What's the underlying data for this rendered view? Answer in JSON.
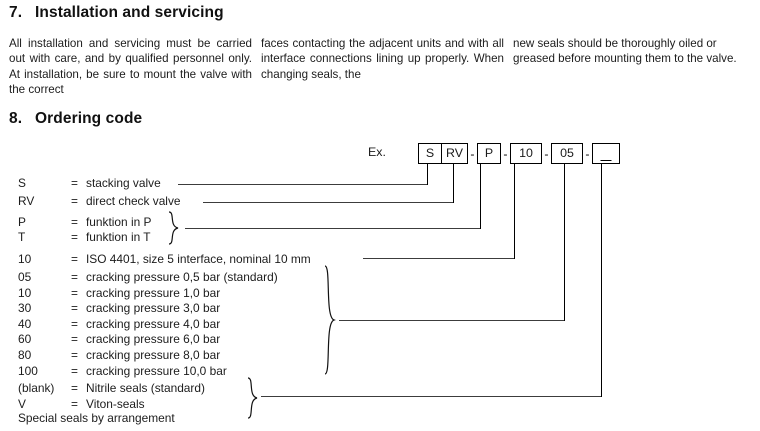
{
  "sections": {
    "installation": {
      "number": "7.",
      "title": "Installation and servicing",
      "col1": "All installation and servicing must be carried out with care, and by qualified personnel only. At installation, be sure to mount the valve with the correct",
      "col2": "faces contacting the adjacent units and with all interface connections lining up properly. When changing seals, the",
      "col3": "new seals should be thoroughly oiled or greased before mounting them to the valve."
    },
    "ordering": {
      "number": "8.",
      "title": "Ordering code",
      "example_label": "Ex.",
      "code_boxes": [
        {
          "type": "split",
          "cells": [
            "S",
            "RV"
          ]
        },
        {
          "type": "dash",
          "text": "-"
        },
        {
          "type": "single",
          "cells": [
            "P"
          ]
        },
        {
          "type": "dash",
          "text": "-"
        },
        {
          "type": "single",
          "cells": [
            "10"
          ]
        },
        {
          "type": "dash",
          "text": "-"
        },
        {
          "type": "single",
          "cells": [
            "05"
          ]
        },
        {
          "type": "dash",
          "text": "-"
        },
        {
          "type": "blank",
          "cells": [
            ""
          ]
        }
      ]
    }
  },
  "legend": {
    "stacking": {
      "code": "S",
      "eq": "=",
      "desc": "stacking valve"
    },
    "directcheck": {
      "code": "RV",
      "eq": "=",
      "desc": "direct check valve"
    },
    "funcP": {
      "code": "P",
      "eq": "=",
      "desc": "funktion in P"
    },
    "funcT": {
      "code": "T",
      "eq": "=",
      "desc": "funktion in T"
    },
    "iso": {
      "code": "10",
      "eq": "=",
      "desc": "ISO 4401, size 5 interface, nominal 10 mm"
    },
    "pressures": [
      {
        "code": "05",
        "eq": "=",
        "desc": "cracking pressure 0,5 bar",
        "note": "(standard)"
      },
      {
        "code": "10",
        "eq": "=",
        "desc": "cracking pressure 1,0 bar",
        "note": ""
      },
      {
        "code": "30",
        "eq": "=",
        "desc": "cracking pressure 3,0 bar",
        "note": ""
      },
      {
        "code": "40",
        "eq": "=",
        "desc": "cracking pressure 4,0 bar",
        "note": ""
      },
      {
        "code": "60",
        "eq": "=",
        "desc": "cracking pressure 6,0 bar",
        "note": ""
      },
      {
        "code": "80",
        "eq": "=",
        "desc": "cracking pressure 8,0 bar",
        "note": ""
      },
      {
        "code": "100",
        "eq": "=",
        "desc": "cracking pressure 10,0 bar",
        "note": ""
      }
    ],
    "seals": [
      {
        "code": "(blank)",
        "eq": "=",
        "desc": "Nitrile seals",
        "note": "(standard)"
      },
      {
        "code": "V",
        "eq": "=",
        "desc": "Viton-seals",
        "note": ""
      }
    ],
    "special": "Special seals by arrangement"
  },
  "colors": {
    "text": "#1c1c1c",
    "line": "#3c3c3c",
    "box_border": "#000000",
    "background": "#ffffff"
  }
}
